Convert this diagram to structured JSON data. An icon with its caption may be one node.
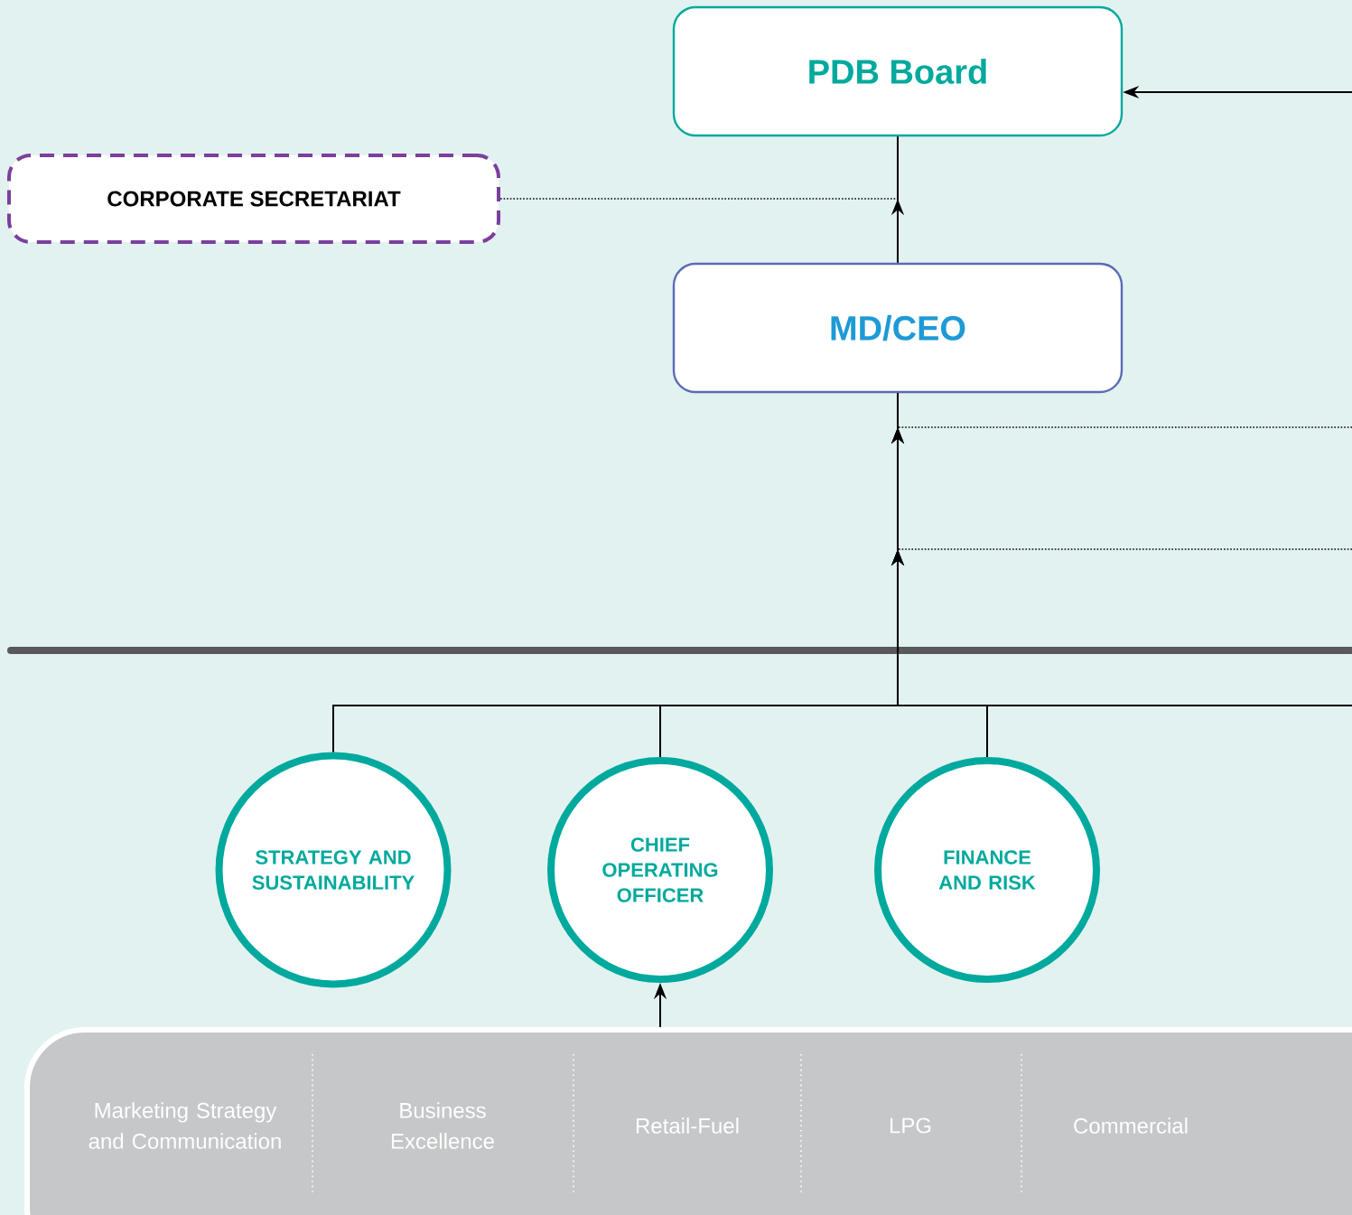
{
  "diagram": {
    "nodes": [
      {
        "text": [
          "PDB Board"
        ]
      },
      {
        "text": [
          "CORPORATE SECRETARIAT"
        ]
      },
      {
        "text": [
          "MD/CEO"
        ]
      },
      {
        "text": [
          "STRATEGY AND SUSTAINABILITY"
        ]
      },
      {
        "text": [
          "CHIEF OPERATING OFFICER"
        ]
      },
      {
        "text": [
          "FINANCE AND RISK"
        ]
      },
      {
        "text": [
          "Marketing Strategy and Communication",
          "Business Excellence",
          "Retail-Fuel",
          "LPG",
          "Commercial"
        ]
      }
    ],
    "edges": [
      {
        "from": null,
        "to": 0,
        "arrow": "to"
      },
      {
        "from": 2,
        "to": 0,
        "arrow": "to"
      },
      {
        "from": 1,
        "to": 0,
        "arrow": "none",
        "style": "dashed"
      },
      {
        "from": 3,
        "to": 2,
        "arrow": "to"
      },
      {
        "from": 4,
        "to": 2,
        "arrow": "to"
      },
      {
        "from": 5,
        "to": 2,
        "arrow": "to"
      },
      {
        "from": null,
        "to": 2,
        "arrow": "none"
      },
      {
        "from": null,
        "to": 2,
        "arrow": "none",
        "style": "dashed"
      },
      {
        "from": null,
        "to": 2,
        "arrow": "none",
        "style": "dashed"
      },
      {
        "from": 6,
        "to": 4,
        "arrow": "to"
      }
    ]
  }
}
